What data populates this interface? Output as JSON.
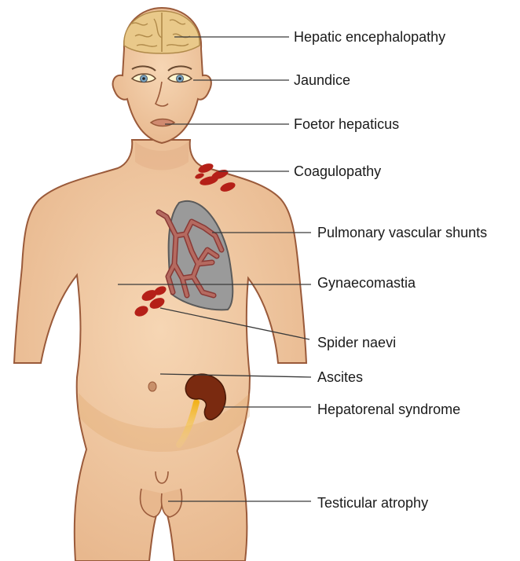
{
  "labels": {
    "hepatic_encephalopathy": "Hepatic encephalopathy",
    "jaundice": "Jaundice",
    "foetor_hepaticus": "Foetor hepaticus",
    "coagulopathy": "Coagulopathy",
    "pulmonary_vascular_shunts": "Pulmonary vascular shunts",
    "gynaecomastia": "Gynaecomastia",
    "spider_naevi": "Spider naevi",
    "ascites": "Ascites",
    "hepatorenal_syndrome": "Hepatorenal syndrome",
    "testicular_atrophy": "Testicular atrophy"
  },
  "colors": {
    "skin": "#f0c9a2",
    "skin_outline": "#9a5a3a",
    "brain": "#e9c98a",
    "lung": "#9a9a9a",
    "vessel": "#8a3a36",
    "bruise": "#b52018",
    "kidney": "#7a2a10",
    "leader_line": "#3a3a3a"
  }
}
